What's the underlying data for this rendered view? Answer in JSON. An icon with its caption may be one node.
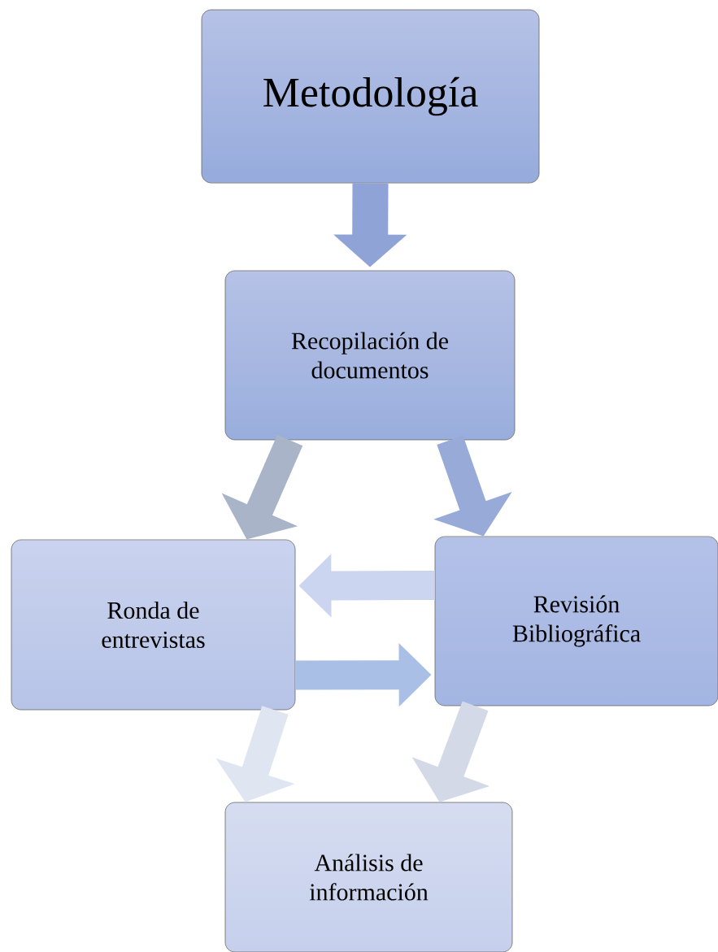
{
  "diagram": {
    "nodes": [
      {
        "text": [
          "Metodología"
        ]
      },
      {
        "text": [
          "Recopilación de documentos"
        ]
      },
      {
        "text": [
          "Ronda de entrevistas"
        ]
      },
      {
        "text": [
          "Revisión Bibliográfica"
        ]
      },
      {
        "text": [
          "Análisis de información"
        ]
      }
    ],
    "edges": [
      {
        "from": 0,
        "to": 1,
        "arrow": "to"
      },
      {
        "from": 1,
        "to": 2,
        "arrow": "to"
      },
      {
        "from": 1,
        "to": 3,
        "arrow": "to"
      },
      {
        "from": 3,
        "to": 2,
        "arrow": "to"
      },
      {
        "from": 2,
        "to": 3,
        "arrow": "to"
      },
      {
        "from": 2,
        "to": 4,
        "arrow": "to"
      },
      {
        "from": 3,
        "to": 4,
        "arrow": "to"
      }
    ]
  }
}
